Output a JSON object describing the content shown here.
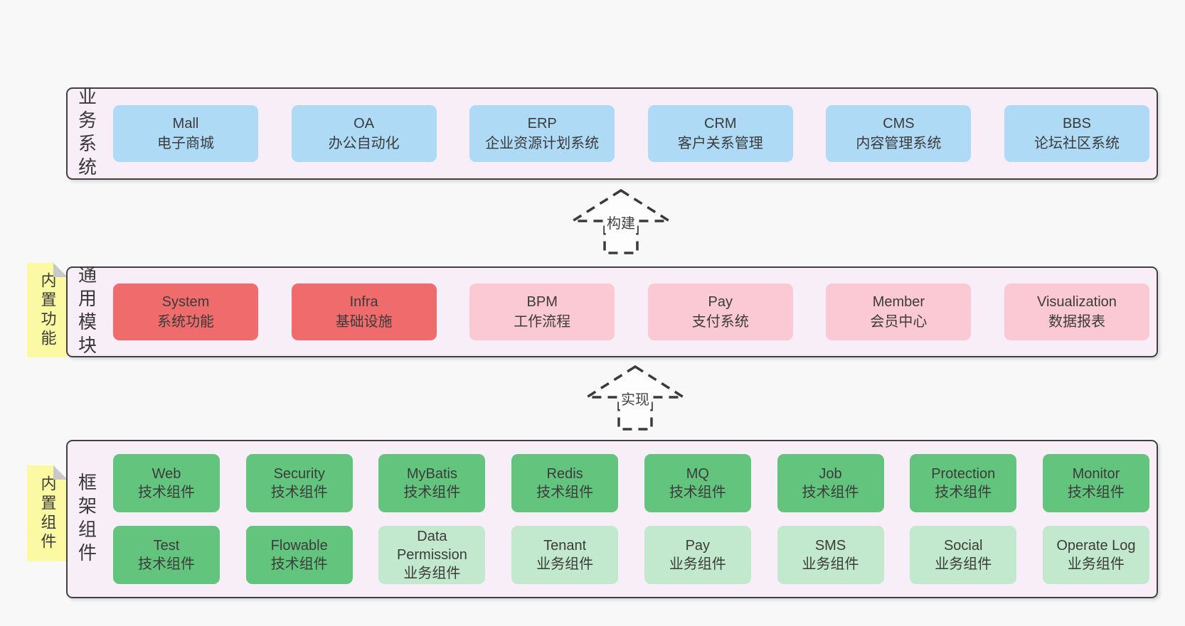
{
  "colors": {
    "page_bg": "#f8f8f8",
    "band_bg": "#f8eef8",
    "band_border": "#404040",
    "blue_box": "#aedaf5",
    "red_box": "#f06b6b",
    "pink_box": "#fac9d3",
    "green_box": "#63c57d",
    "light_green_box": "#c2e9cd",
    "note_yellow": "#fbf9a1",
    "text": "#3b3b3b"
  },
  "arrows": [
    {
      "label": "构建"
    },
    {
      "label": "实现"
    }
  ],
  "bands": [
    {
      "label": "业务系统",
      "items": [
        {
          "name": "Mall",
          "desc": "电子商城"
        },
        {
          "name": "OA",
          "desc": "办公自动化"
        },
        {
          "name": "ERP",
          "desc": "企业资源计划系统"
        },
        {
          "name": "CRM",
          "desc": "客户关系管理"
        },
        {
          "name": "CMS",
          "desc": "内容管理系统"
        },
        {
          "name": "BBS",
          "desc": "论坛社区系统"
        }
      ]
    },
    {
      "label": "通用模块",
      "note": "内置功能",
      "items": [
        {
          "name": "System",
          "desc": "系统功能"
        },
        {
          "name": "Infra",
          "desc": "基础设施"
        },
        {
          "name": "BPM",
          "desc": "工作流程"
        },
        {
          "name": "Pay",
          "desc": "支付系统"
        },
        {
          "name": "Member",
          "desc": "会员中心"
        },
        {
          "name": "Visualization",
          "desc": "数据报表"
        }
      ]
    },
    {
      "label": "框架组件",
      "note": "内置组件",
      "rows": [
        [
          {
            "name": "Web",
            "desc": "技术组件"
          },
          {
            "name": "Security",
            "desc": "技术组件"
          },
          {
            "name": "MyBatis",
            "desc": "技术组件"
          },
          {
            "name": "Redis",
            "desc": "技术组件"
          },
          {
            "name": "MQ",
            "desc": "技术组件"
          },
          {
            "name": "Job",
            "desc": "技术组件"
          },
          {
            "name": "Protection",
            "desc": "技术组件"
          },
          {
            "name": "Monitor",
            "desc": "技术组件"
          }
        ],
        [
          {
            "name": "Test",
            "desc": "技术组件"
          },
          {
            "name": "Flowable",
            "desc": "技术组件"
          },
          {
            "name": "Data Permission",
            "desc": "业务组件"
          },
          {
            "name": "Tenant",
            "desc": "业务组件"
          },
          {
            "name": "Pay",
            "desc": "业务组件"
          },
          {
            "name": "SMS",
            "desc": "业务组件"
          },
          {
            "name": "Social",
            "desc": "业务组件"
          },
          {
            "name": "Operate Log",
            "desc": "业务组件"
          }
        ]
      ]
    }
  ]
}
